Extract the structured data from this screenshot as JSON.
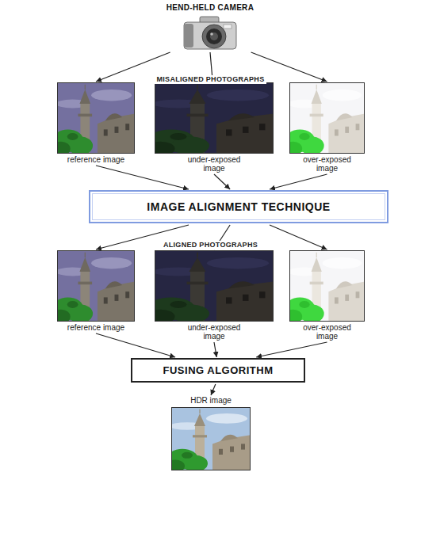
{
  "diagram": {
    "nodes": [
      {
        "text": [
          "HEND-HELD CAMERA"
        ]
      },
      {
        "text": [
          "reference image"
        ]
      },
      {
        "text": [
          "under-exposed image"
        ]
      },
      {
        "text": [
          "over-exposed image"
        ]
      },
      {
        "text": [
          "IMAGE ALIGNMENT TECHNIQUE"
        ]
      },
      {
        "text": [
          "reference image"
        ]
      },
      {
        "text": [
          "under-exposed image"
        ]
      },
      {
        "text": [
          "over-exposed image"
        ]
      },
      {
        "text": [
          "FUSING ALGORITHM"
        ]
      },
      {
        "text": [
          "HDR image"
        ]
      }
    ],
    "edges": [
      {
        "from": 0,
        "to": 1,
        "arrow": "to"
      },
      {
        "from": 0,
        "to": 2,
        "arrow": "to"
      },
      {
        "from": 0,
        "to": 3,
        "arrow": "to"
      },
      {
        "from": 1,
        "to": 4,
        "arrow": "to"
      },
      {
        "from": 2,
        "to": 4,
        "arrow": "to"
      },
      {
        "from": 3,
        "to": 4,
        "arrow": "to"
      },
      {
        "from": 4,
        "to": 5,
        "arrow": "to"
      },
      {
        "from": 4,
        "to": 6,
        "arrow": "to"
      },
      {
        "from": 4,
        "to": 7,
        "arrow": "to"
      },
      {
        "from": 5,
        "to": 8,
        "arrow": "to"
      },
      {
        "from": 6,
        "to": 8,
        "arrow": "to"
      },
      {
        "from": 7,
        "to": 8,
        "arrow": "to"
      },
      {
        "from": 8,
        "to": 9,
        "arrow": "to"
      }
    ],
    "labels": [
      "MISALIGNED PHOTOGRAPHS",
      "ALIGNED PHOTOGRAPHS"
    ]
  }
}
